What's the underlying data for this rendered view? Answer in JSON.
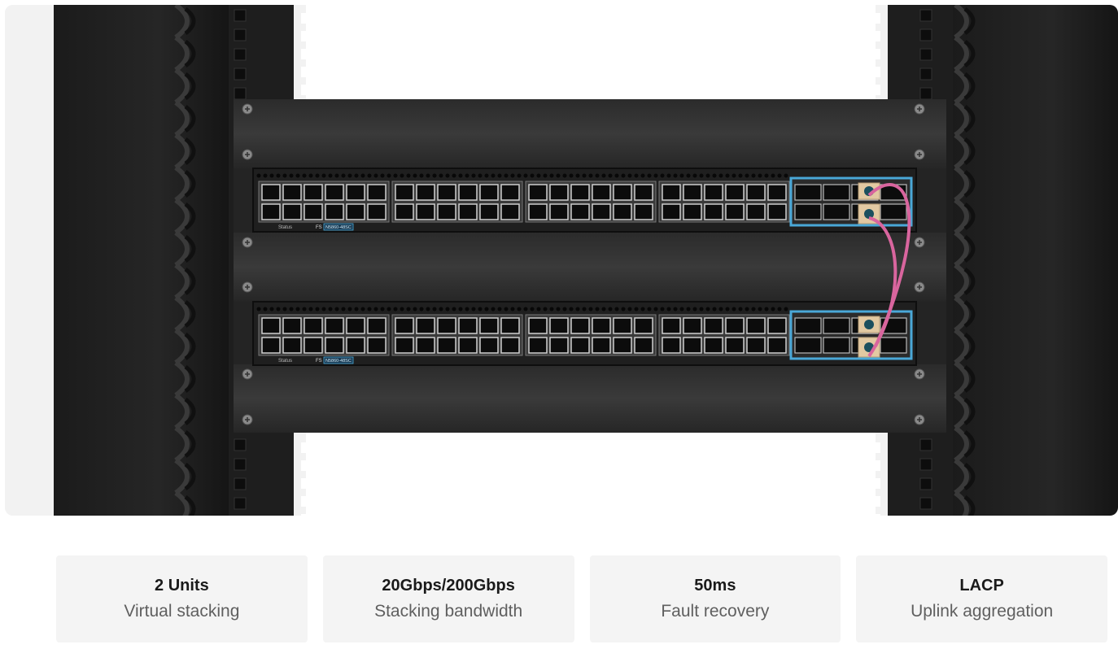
{
  "hero": {
    "switch_labels": {
      "status": "Status",
      "brand": "FS",
      "model": "N5860-48SC"
    }
  },
  "features": [
    {
      "title": "2 Units",
      "subtitle": "Virtual stacking"
    },
    {
      "title": "20Gbps/200Gbps",
      "subtitle": "Stacking bandwidth"
    },
    {
      "title": "50ms",
      "subtitle": "Fault recovery"
    },
    {
      "title": "LACP",
      "subtitle": "Uplink aggregation"
    }
  ],
  "colors": {
    "rack": "#151515",
    "chassis": "#222222",
    "uplink_highlight": "#4aa8d8",
    "stacking_cable": "#d9659e",
    "card_bg": "#f4f4f4"
  }
}
